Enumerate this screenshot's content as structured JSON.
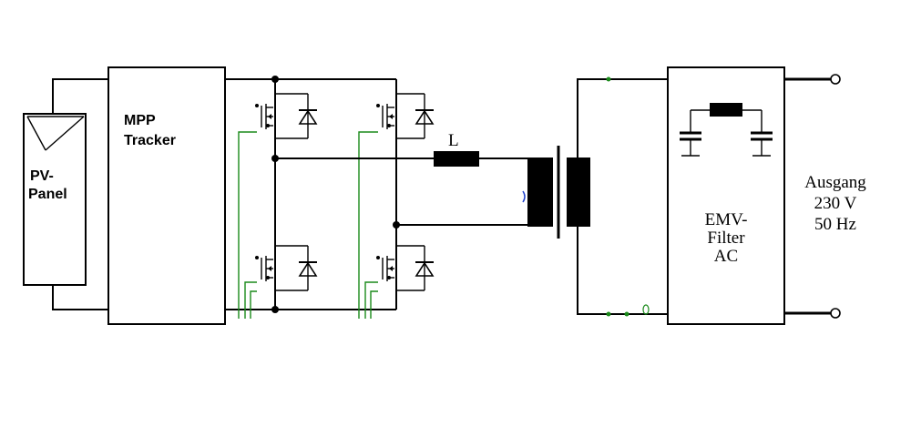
{
  "blocks": {
    "pv_panel": {
      "line1": "PV-",
      "line2": "Panel"
    },
    "mpp_tracker": {
      "line1": "MPP",
      "line2": "Tracker"
    },
    "emv_filter": {
      "line1": "EMV-",
      "line2": "Filter",
      "line3": "AC"
    }
  },
  "inductor_label": "L",
  "output": {
    "line1": "Ausgang",
    "line2": "230 V",
    "line3": "50 Hz"
  },
  "colors": {
    "wire": "#000000",
    "gate_signal": "#1a8a1a",
    "background": "#ffffff"
  }
}
